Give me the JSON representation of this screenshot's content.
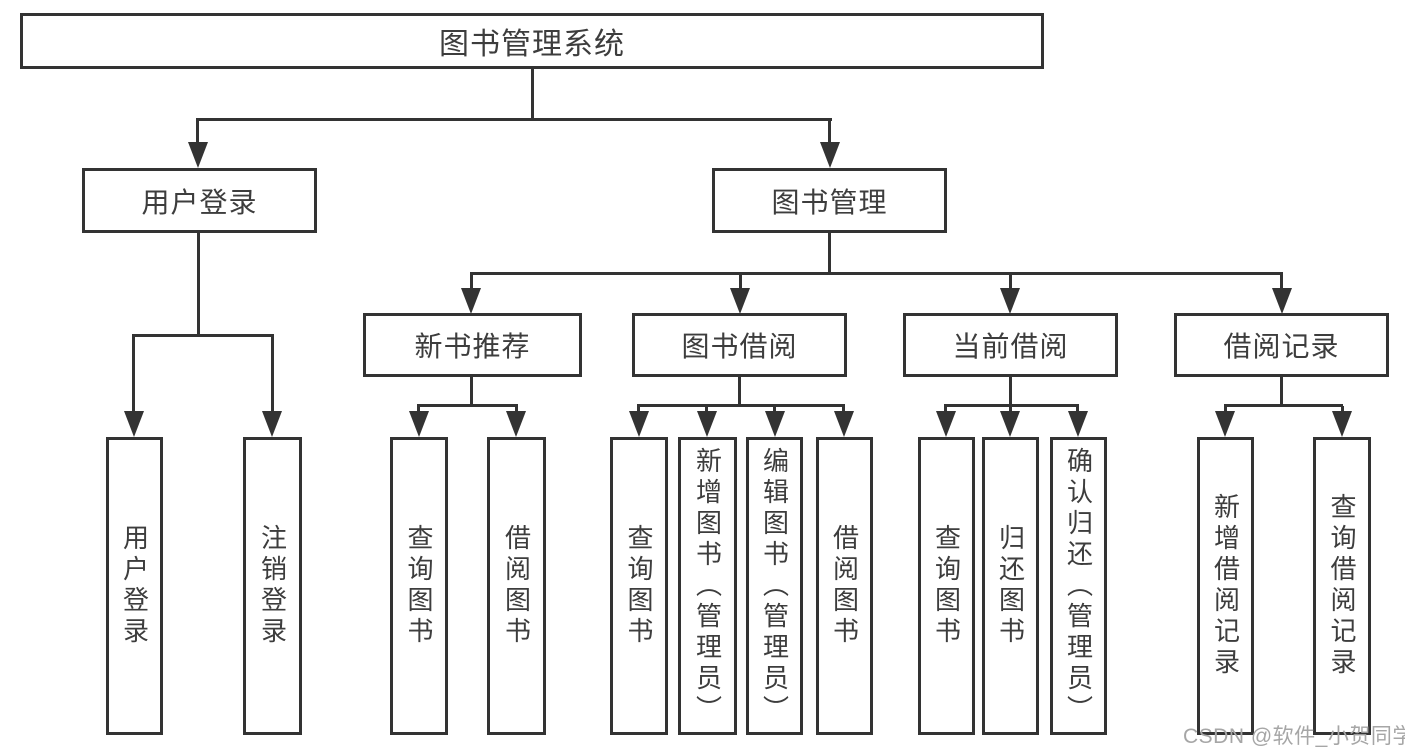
{
  "diagram": {
    "root": {
      "label": "图书管理系统"
    },
    "level2": {
      "user_login": {
        "label": "用户登录"
      },
      "book_mgmt": {
        "label": "图书管理"
      }
    },
    "level3": {
      "new_book": {
        "label": "新书推荐"
      },
      "book_borrow": {
        "label": "图书借阅"
      },
      "current_borrow": {
        "label": "当前借阅"
      },
      "borrow_record": {
        "label": "借阅记录"
      }
    },
    "leaves": [
      "用户登录",
      "注销登录",
      "查询图书",
      "借阅图书",
      "查询图书",
      "新增图书（管理员）",
      "编辑图书（管理员）",
      "借阅图书",
      "查询图书",
      "归还图书",
      "确认归还（管理员）",
      "新增借阅记录",
      "查询借阅记录"
    ],
    "colors": {
      "line": "#333333",
      "text": "#3d3d3d",
      "watermark_text_color": "#a6a6a6"
    },
    "watermark": "CSDN @软件_小贺同学"
  }
}
